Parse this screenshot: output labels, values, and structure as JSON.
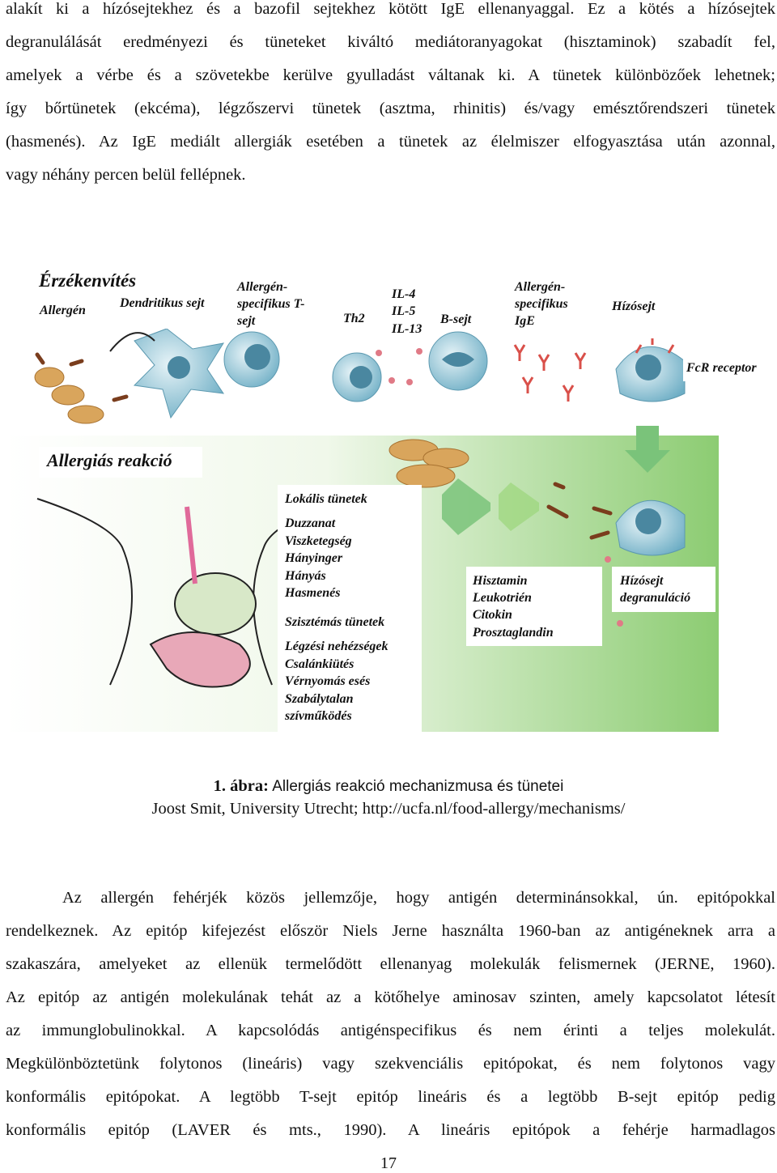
{
  "top_paragraph": [
    "alakít ki a hízósejtekhez és a bazofil sejtekhez kötött IgE ellenanyaggal. Ez a kötés a hízósejtek",
    "degranulálását eredményezi és tüneteket kiváltó mediátoranyagokat (hisztaminok) szabadít fel,",
    "amelyek a vérbe és a szövetekbe kerülve gyulladást váltanak ki. A tünetek különbözőek lehetnek;",
    "így bőrtünetek (ekcéma), légzőszervi tünetek (asztma, rhinitis) és/vagy emésztőrendszeri tünetek",
    "(hasmenés). Az IgE mediált allergiák esetében a tünetek az élelmiszer elfogyasztása után azonnal,",
    "vagy néhány percen belül fellépnek."
  ],
  "figure": {
    "sensitization_title": "Érzékenvítés",
    "allergen": "Allergén",
    "dendritic": "Dendritikus sejt",
    "tcell": "Allergén-specifikus T-sejt",
    "th2": "Th2",
    "interleukins": [
      "IL-4",
      "IL-5",
      "IL-13"
    ],
    "bcell": "B-sejt",
    "ige": "Allergén-specifikus IgE",
    "mastcell": "Hízósejt",
    "fcr": "FcR receptor",
    "reaction_title": "Allergiás reakció",
    "local_title": "Lokális tünetek",
    "local_items": [
      "Duzzanat",
      "Viszketegség",
      "Hányinger",
      "Hányás",
      "Hasmenés"
    ],
    "systemic_title": "Szisztémás tünetek",
    "systemic_items": [
      "Légzési nehézségek",
      "Csalánkiütés",
      "Vérnyomás esés",
      "Szabálytalan szívműködés"
    ],
    "mediators": [
      "Hisztamin",
      "Leukotrién",
      "Citokin",
      "Prosztaglandin"
    ],
    "degranulation": "Hízósejt degranuláció"
  },
  "caption": {
    "label": "1. ábra:",
    "title": " Allergiás reakció mechanizmusa és tünetei",
    "source": "Joost Smit, University Utrecht; http://ucfa.nl/food-allergy/mechanisms/"
  },
  "bottom_paragraph": [
    "Az allergén fehérjék közös jellemzője, hogy antigén determinánsokkal, ún. epitópokkal",
    "rendelkeznek. Az epitóp kifejezést először Niels Jerne használta 1960-ban az antigéneknek arra a",
    "szakaszára, amelyeket az ellenük termelődött ellenanyag molekulák felismernek (JERNE, 1960).",
    "Az epitóp az antigén molekulának tehát az a kötőhelye aminosav szinten, amely kapcsolatot létesít",
    "az immunglobulinokkal. A kapcsolódás antigénspecifikus és nem érinti a teljes molekulát.",
    "Megkülönböztetünk folytonos (lineáris) vagy szekvenciális epitópokat, és nem folytonos vagy",
    "konformális epitópokat. A legtöbb T-sejt epitóp lineáris és a legtöbb B-sejt epitóp pedig",
    "konformális epitóp (LAVER és mts., 1990). A lineáris epitópok a fehérje harmadlagos"
  ],
  "page_number": "17",
  "colors": {
    "green": "#9fd08a",
    "cell": "#8fc4d8",
    "arrow": "#7ac37a",
    "red": "#d9504a"
  }
}
